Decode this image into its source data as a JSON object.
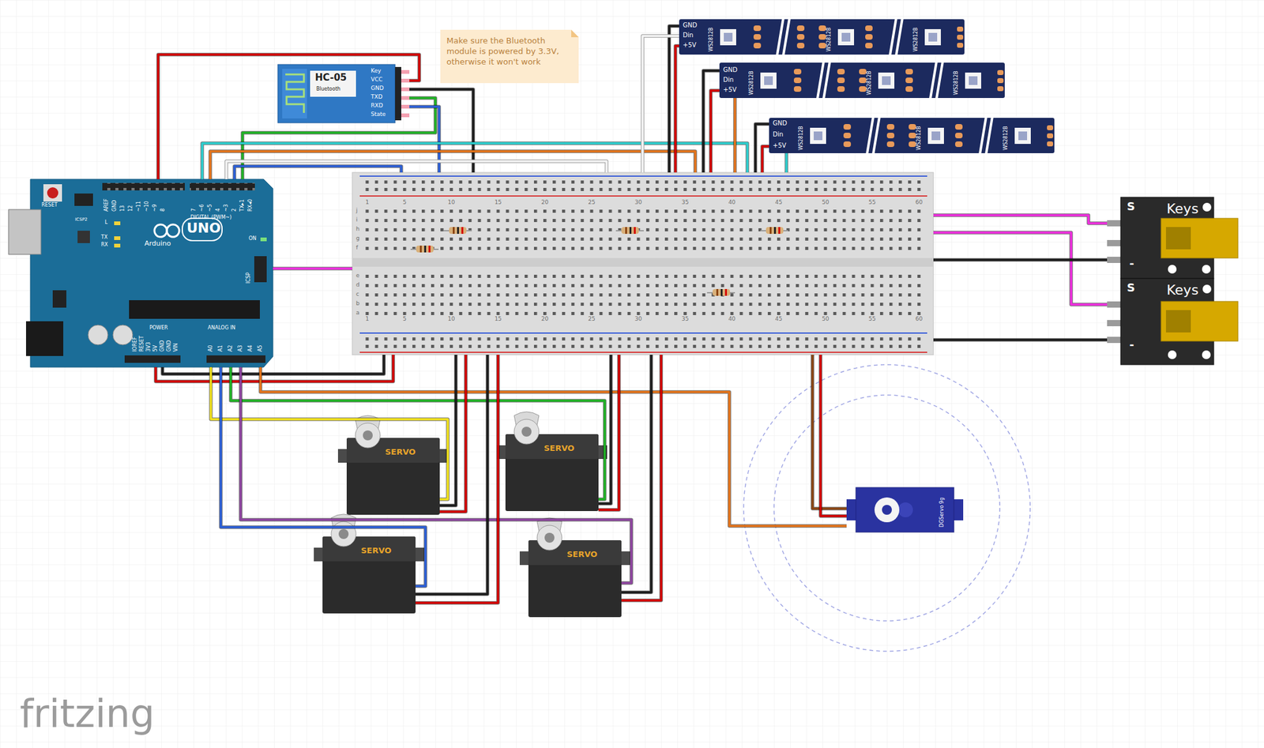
{
  "diagram": {
    "nodes": [
      {
        "text": [
          "RESET",
          "ICSP2",
          "AREF",
          "GND",
          "13",
          "12",
          "~11",
          "~10",
          "~9",
          "8",
          "7",
          "~6",
          "~5",
          "4",
          "~3",
          "2",
          "TX▸1",
          "RX◂0",
          "DIGITAL (PWM~)",
          "L",
          "TX",
          "RX",
          "ON",
          "UNO",
          "Arduino",
          "ICSP",
          "IOREF",
          "RESET",
          "3V3",
          "5V",
          "GND",
          "GND",
          "VIN",
          "POWER",
          "ANALOG IN",
          "A0",
          "A1",
          "A2",
          "A3",
          "A4",
          "A5"
        ]
      },
      {
        "text": [
          "HC-05",
          "Bluetooth",
          "Key",
          "VCC",
          "GND",
          "TXD",
          "RXD",
          "State"
        ]
      },
      {
        "text": [
          "Make sure the Bluetooth module is powered by 3.3V, otherwise it won't work"
        ]
      },
      {
        "text": [
          "GND",
          "Din",
          "+5V",
          "WS2812B",
          "WS2812B",
          "WS2812B"
        ]
      },
      {
        "text": [
          "GND",
          "Din",
          "+5V",
          "WS2812B",
          "WS2812B",
          "WS2812B"
        ]
      },
      {
        "text": [
          "GND",
          "Din",
          "+5V",
          "WS2812B",
          "WS2812B",
          "WS2812B"
        ]
      },
      {
        "text": [
          "1",
          "5",
          "10",
          "15",
          "20",
          "25",
          "30",
          "35",
          "40",
          "45",
          "50",
          "55",
          "60",
          "1",
          "5",
          "10",
          "15",
          "20",
          "25",
          "30",
          "35",
          "40",
          "45",
          "50",
          "55",
          "60",
          "j",
          "i",
          "h",
          "g",
          "f",
          "e",
          "d",
          "c",
          "b",
          "a"
        ]
      },
      {
        "text": [
          "S",
          "Keys",
          "-"
        ]
      },
      {
        "text": [
          "S",
          "Keys",
          "-"
        ]
      },
      {
        "text": [
          "SERVO"
        ]
      },
      {
        "text": [
          "SERVO"
        ]
      },
      {
        "text": [
          "SERVO"
        ]
      },
      {
        "text": [
          "SERVO"
        ]
      },
      {
        "text": [
          "DGServo 9g"
        ]
      }
    ],
    "edges": [
      {
        "from": 0,
        "to": 1,
        "arrow": "none"
      },
      {
        "from": 0,
        "to": 1,
        "arrow": "none"
      },
      {
        "from": 1,
        "to": 6,
        "arrow": "none"
      },
      {
        "from": 1,
        "to": 6,
        "arrow": "none"
      },
      {
        "from": 0,
        "to": 6,
        "arrow": "none"
      },
      {
        "from": 0,
        "to": 6,
        "arrow": "none"
      },
      {
        "from": 0,
        "to": 6,
        "arrow": "none"
      },
      {
        "from": 0,
        "to": 6,
        "arrow": "none"
      },
      {
        "from": 0,
        "to": 6,
        "arrow": "none"
      },
      {
        "from": 0,
        "to": 6,
        "arrow": "none"
      },
      {
        "from": 0,
        "to": 6,
        "arrow": "none"
      },
      {
        "from": 6,
        "to": 3,
        "arrow": "none"
      },
      {
        "from": 6,
        "to": 3,
        "arrow": "none"
      },
      {
        "from": 6,
        "to": 3,
        "arrow": "none"
      },
      {
        "from": 6,
        "to": 4,
        "arrow": "none"
      },
      {
        "from": 6,
        "to": 4,
        "arrow": "none"
      },
      {
        "from": 6,
        "to": 4,
        "arrow": "none"
      },
      {
        "from": 6,
        "to": 5,
        "arrow": "none"
      },
      {
        "from": 6,
        "to": 5,
        "arrow": "none"
      },
      {
        "from": 6,
        "to": 5,
        "arrow": "none"
      },
      {
        "from": 6,
        "to": 7,
        "arrow": "none"
      },
      {
        "from": 6,
        "to": 8,
        "arrow": "none"
      },
      {
        "from": 6,
        "to": 7,
        "arrow": "none"
      },
      {
        "from": 6,
        "to": 8,
        "arrow": "none"
      },
      {
        "from": 0,
        "to": 9,
        "arrow": "none"
      },
      {
        "from": 0,
        "to": 10,
        "arrow": "none"
      },
      {
        "from": 0,
        "to": 11,
        "arrow": "none"
      },
      {
        "from": 0,
        "to": 12,
        "arrow": "none"
      },
      {
        "from": 0,
        "to": 13,
        "arrow": "none"
      },
      {
        "from": 6,
        "to": 9,
        "arrow": "none"
      },
      {
        "from": 6,
        "to": 9,
        "arrow": "none"
      },
      {
        "from": 6,
        "to": 10,
        "arrow": "none"
      },
      {
        "from": 6,
        "to": 10,
        "arrow": "none"
      },
      {
        "from": 6,
        "to": 11,
        "arrow": "none"
      },
      {
        "from": 6,
        "to": 11,
        "arrow": "none"
      },
      {
        "from": 6,
        "to": 12,
        "arrow": "none"
      },
      {
        "from": 6,
        "to": 12,
        "arrow": "none"
      },
      {
        "from": 6,
        "to": 13,
        "arrow": "none"
      },
      {
        "from": 6,
        "to": 13,
        "arrow": "none"
      }
    ],
    "labels": [
      "fritzing"
    ]
  }
}
